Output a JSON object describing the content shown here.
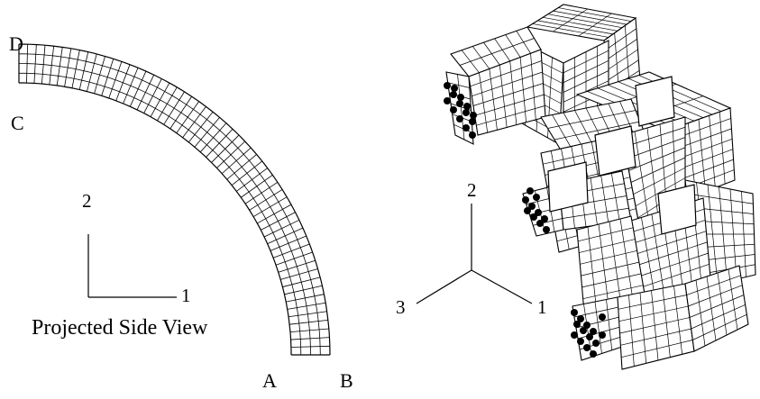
{
  "left_view": {
    "corner_labels": {
      "d": "D",
      "c": "C",
      "a": "A",
      "b": "B"
    },
    "axes": {
      "vertical": "2",
      "horizontal": "1"
    },
    "caption": "Projected Side View"
  },
  "right_view": {
    "axes": {
      "up": "2",
      "left": "3",
      "right": "1"
    }
  },
  "colors": {
    "line": "#000000",
    "background": "#ffffff",
    "node": "#000000"
  }
}
